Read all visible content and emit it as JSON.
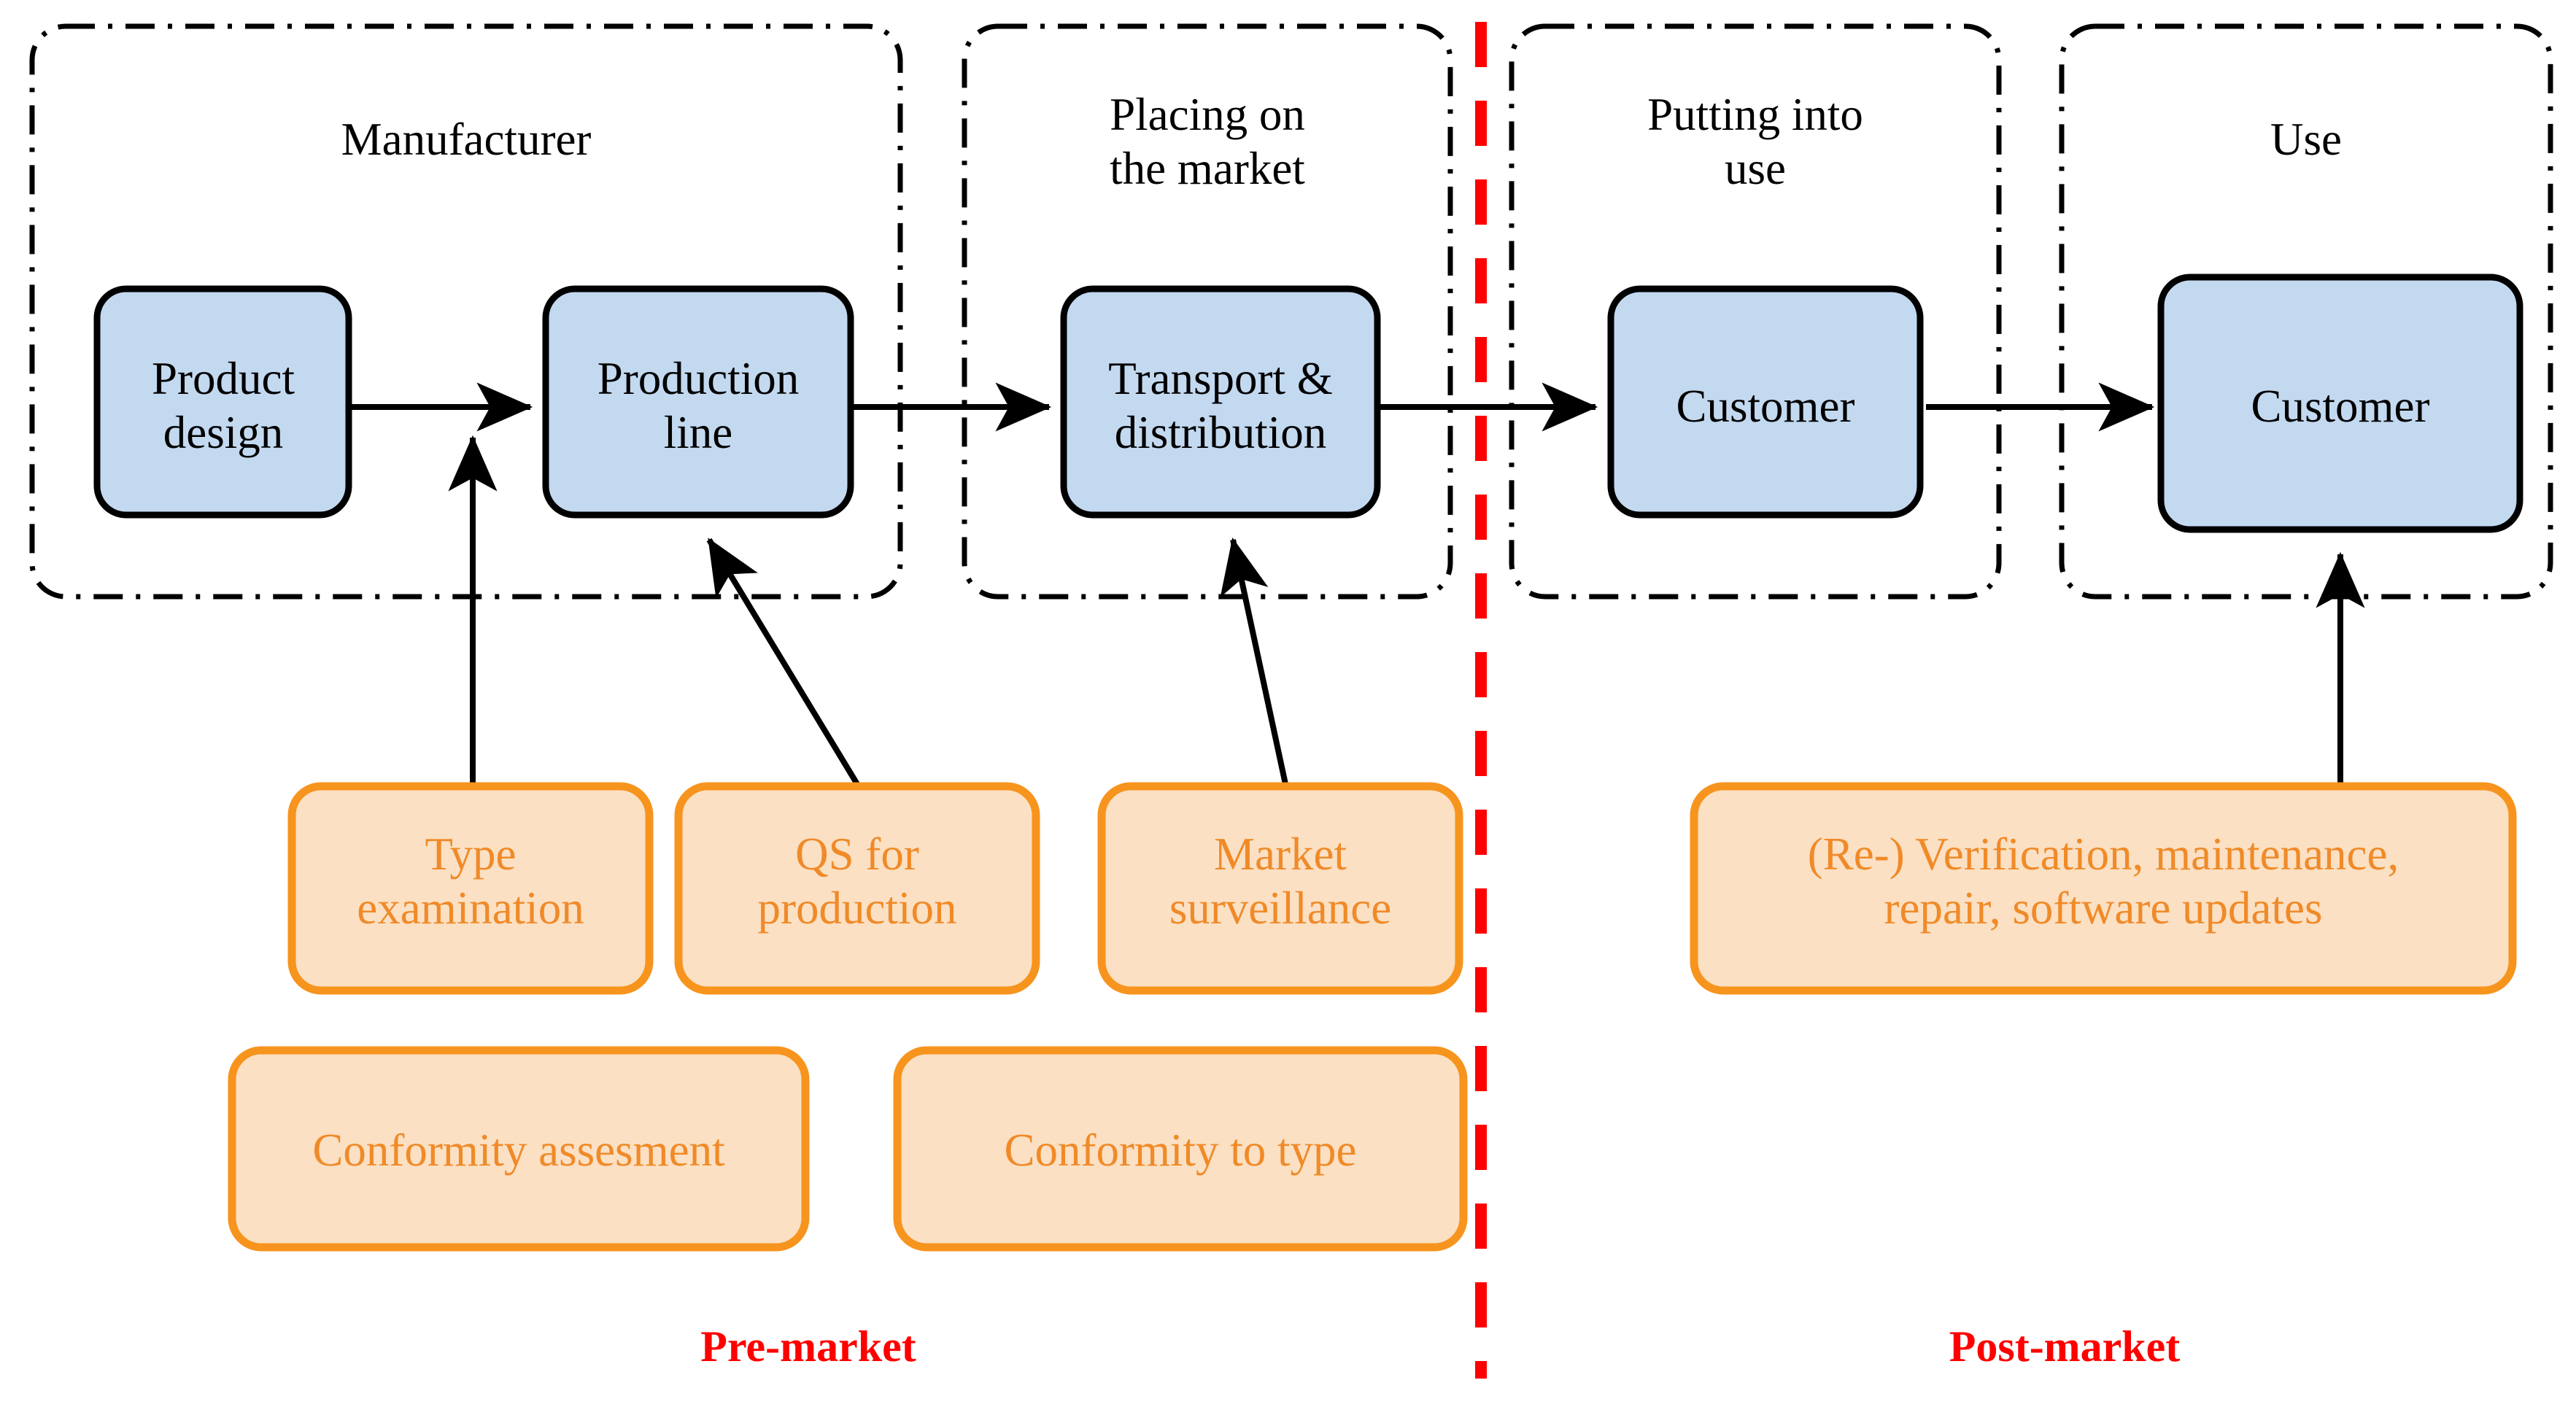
{
  "diagram": {
    "title": "Pre-market and post-market product lifecycle conformity diagram",
    "colors": {
      "blue_box_fill": "#C3D9F0",
      "blue_box_stroke": "#000000",
      "orange_box_fill": "#FBE0C3",
      "orange_box_stroke": "#F7941E",
      "orange_text": "#F08A28",
      "red_divider": "#FF0000",
      "container_stroke": "#000000",
      "background": "#FFFFFF"
    },
    "zones": [
      {
        "id": "manufacturer",
        "label": "Manufacturer"
      },
      {
        "id": "placing-on-the-market",
        "label_line1": "Placing on",
        "label_line2": "the market"
      },
      {
        "id": "putting-into-use",
        "label_line1": "Putting into",
        "label_line2": "use"
      },
      {
        "id": "use",
        "label": "Use"
      }
    ],
    "process_boxes": [
      {
        "id": "product-design",
        "label_line1": "Product",
        "label_line2": "design"
      },
      {
        "id": "production-line",
        "label_line1": "Production",
        "label_line2": "line"
      },
      {
        "id": "transport-distribution",
        "label_line1": "Transport &",
        "label_line2": "distribution"
      },
      {
        "id": "customer-putting-into-use",
        "label_line1": "Customer",
        "label_line2": ""
      },
      {
        "id": "customer-use",
        "label_line1": "Customer",
        "label_line2": ""
      }
    ],
    "activity_boxes": [
      {
        "id": "type-examination",
        "label_line1": "Type",
        "label_line2": "examination"
      },
      {
        "id": "qs-for-production",
        "label_line1": "QS for",
        "label_line2": "production"
      },
      {
        "id": "market-surveillance",
        "label_line1": "Market",
        "label_line2": "surveillance"
      },
      {
        "id": "re-verification",
        "label_line1": "(Re-) Verification, maintenance,",
        "label_line2": "repair, software updates"
      },
      {
        "id": "conformity-assesment",
        "label_line1": "Conformity assesment",
        "label_line2": ""
      },
      {
        "id": "conformity-to-type",
        "label_line1": "Conformity to type",
        "label_line2": ""
      }
    ],
    "phase_labels": {
      "pre_market": "Pre-market",
      "post_market": "Post-market"
    }
  }
}
